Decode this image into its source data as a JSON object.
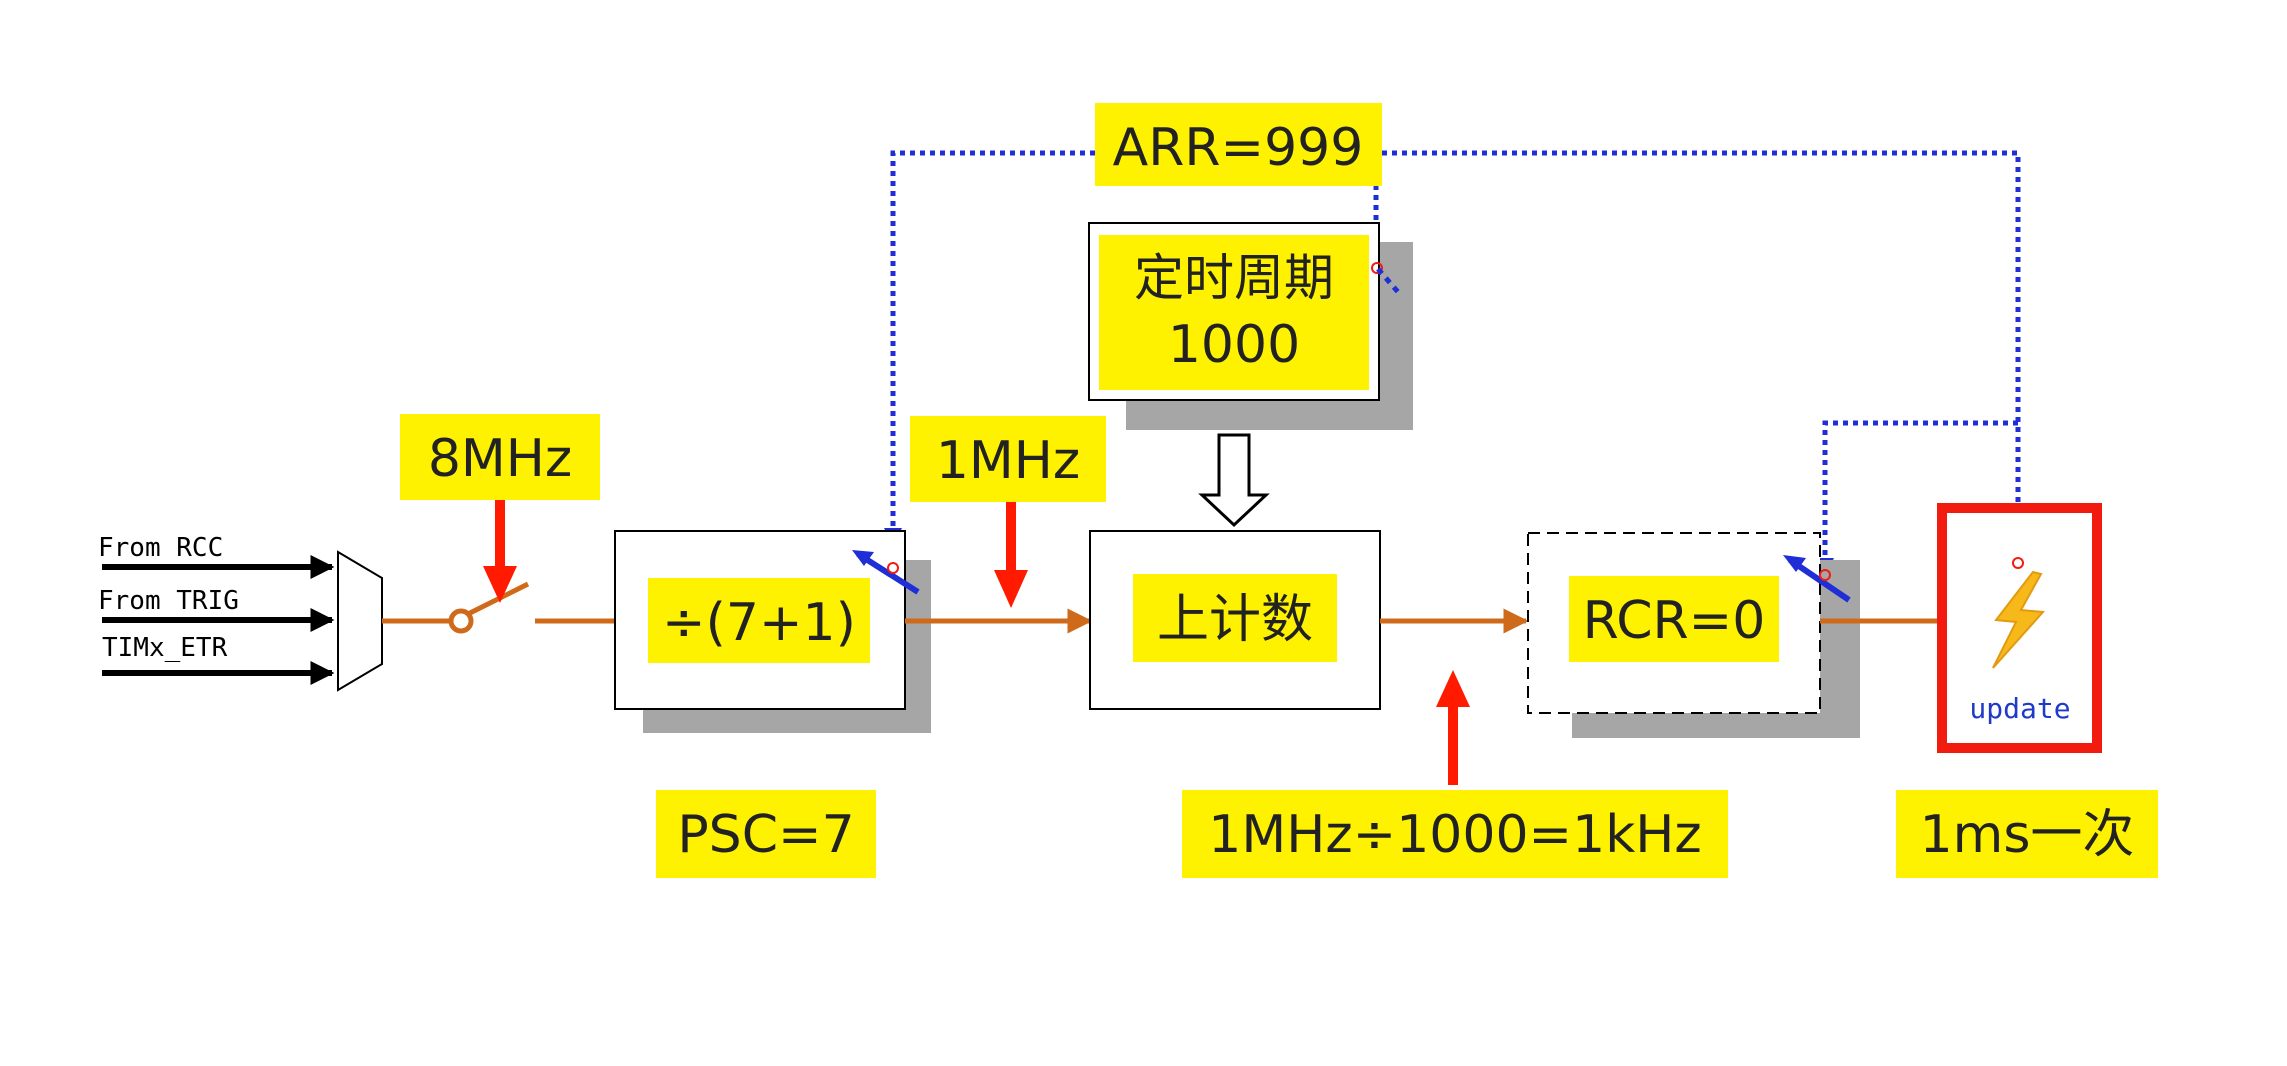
{
  "inputs": {
    "from_rcc": "From RCC",
    "from_trig": "From TRIG",
    "timx_etr": "TIMx_ETR"
  },
  "labels": {
    "arr": "ARR=999",
    "timer_period_title": "定时周期",
    "timer_period_value": "1000",
    "input_freq": "8MHz",
    "prescaled_freq": "1MHz",
    "prescaler_box": "÷(7+1)",
    "counter_box": "上计数",
    "rcr_box": "RCR=0",
    "psc": "PSC=7",
    "freq_calc": "1MHz÷1000=1kHz",
    "interval": "1ms一次",
    "update": "update"
  },
  "colors": {
    "highlight": "#FFF200",
    "signal_line": "#D06A1B",
    "red_arrow": "#FF1A00",
    "dotted_link": "#1F2ED6",
    "update_frame": "#F21B0F",
    "bolt": "#F7B81A",
    "update_text": "#1E3AC8",
    "shadow": "#A6A6A6"
  }
}
